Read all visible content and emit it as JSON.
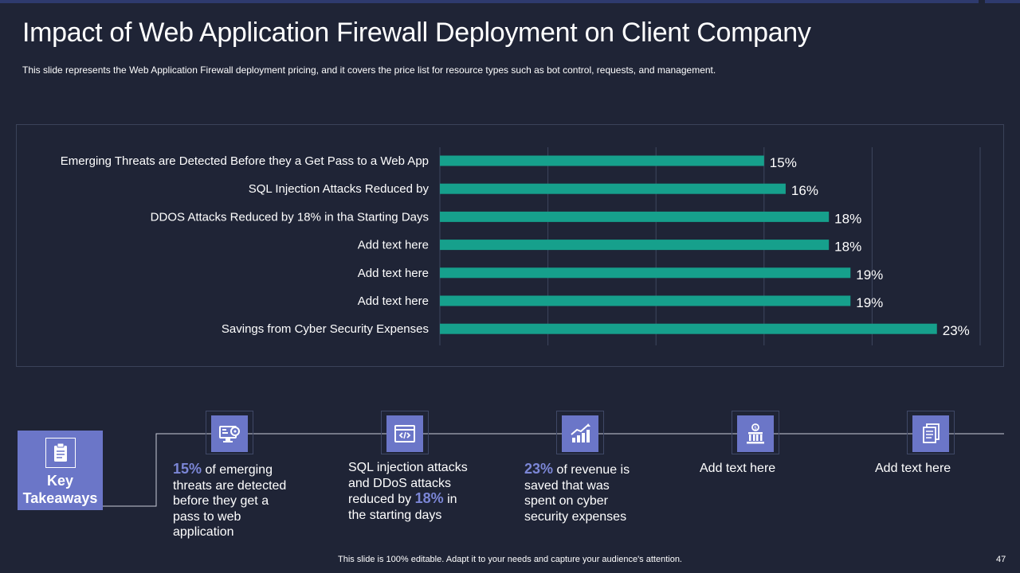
{
  "title": "Impact of Web Application Firewall Deployment on Client Company",
  "subtitle": "This slide represents the Web Application Firewall deployment pricing, and it covers the price list for resource types such as bot control, requests, and management.",
  "chart_data": {
    "type": "bar",
    "orientation": "horizontal",
    "categories": [
      "Emerging Threats are Detected Before they a Get Pass to a Web App",
      "SQL Injection Attacks Reduced by",
      "DDOS Attacks Reduced by 18% in tha Starting Days",
      "Add text here",
      "Add text here",
      "Add text here",
      "Savings from Cyber Security Expenses"
    ],
    "values": [
      15,
      16,
      18,
      18,
      19,
      19,
      23
    ],
    "data_labels": [
      "15%",
      "16%",
      "18%",
      "18%",
      "19%",
      "19%",
      "23%"
    ],
    "xlim": [
      0,
      25
    ],
    "grid": "vertical",
    "legend": "none",
    "bar_color": "#16a08c"
  },
  "key_takeaways": {
    "label": "Key Takeaways",
    "icon": "clipboard-icon",
    "items": [
      {
        "icon": "monitor-settings-icon",
        "pct": "15%",
        "text": " of emerging threats are detected before they get a pass to web application"
      },
      {
        "icon": "code-window-icon",
        "pre": "SQL injection attacks and DDoS attacks reduced by ",
        "pct": "18%",
        "text": " in the starting days"
      },
      {
        "icon": "growth-chart-icon",
        "pct": "23%",
        "text": " of revenue is saved that was spent on cyber security expenses"
      },
      {
        "icon": "bank-icon",
        "text": "Add text here"
      },
      {
        "icon": "documents-icon",
        "text": "Add text here"
      }
    ]
  },
  "footer": "This slide is 100% editable. Adapt it to your needs and capture your audience's attention.",
  "page_number": "47",
  "colors": {
    "background": "#1f2436",
    "accent": "#6b76c8",
    "bar": "#16a08c",
    "highlight_text": "#7b86d6"
  }
}
